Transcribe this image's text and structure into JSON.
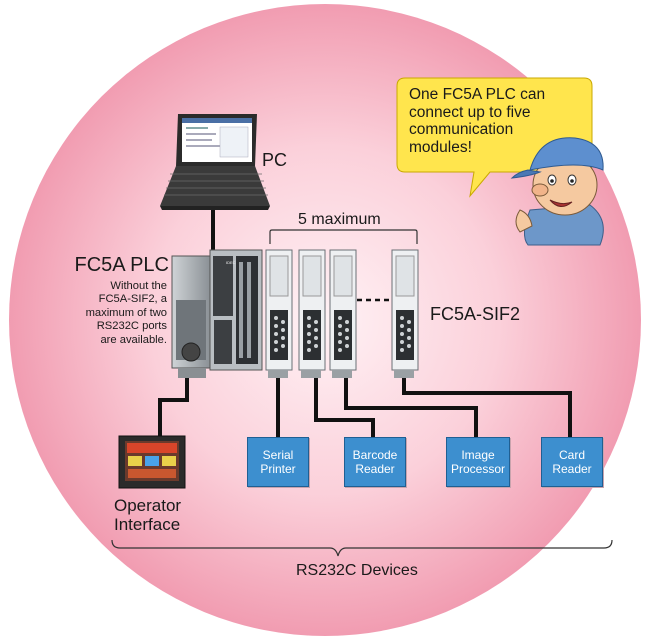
{
  "labels": {
    "pc": "PC",
    "plc_title": "FC5A PLC",
    "plc_note": [
      "Without the",
      "FC5A-SIF2, a",
      "maximum of two",
      "RS232C ports",
      "are available."
    ],
    "maximum": "5 maximum",
    "module": "FC5A-SIF2",
    "operator": [
      "Operator",
      "Interface"
    ],
    "rs232c": "RS232C Devices"
  },
  "bubble": {
    "lines": [
      "One FC5A PLC can",
      "connect up to five",
      "communication",
      "modules!"
    ]
  },
  "devices": [
    {
      "line1": "Serial",
      "line2": "Printer"
    },
    {
      "line1": "Barcode",
      "line2": "Reader"
    },
    {
      "line1": "Image",
      "line2": "Processor"
    },
    {
      "line1": "Card",
      "line2": "Reader"
    }
  ],
  "colors": {
    "circle_center": "#fde7ec",
    "circle_edge": "#f29fb3",
    "device_fill": "#3d8fcf",
    "bubble_fill": "#ffe54d",
    "cable": "#111111"
  }
}
